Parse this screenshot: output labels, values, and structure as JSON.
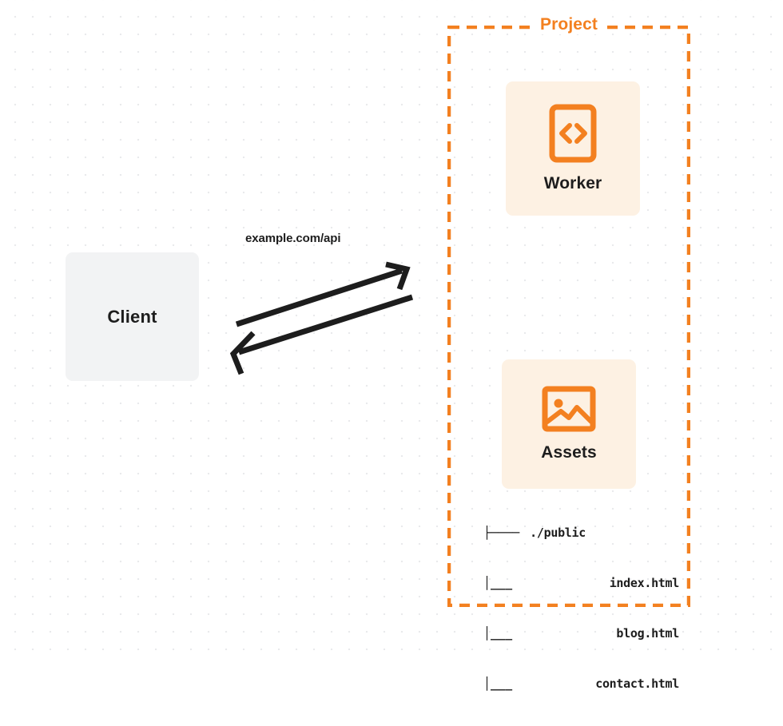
{
  "diagram": {
    "title": "Project architecture diagram",
    "colors": {
      "accent_orange": "#f38020",
      "card_background": "#fdf1e3",
      "client_background": "#f2f3f4",
      "text": "#1d1d1d",
      "dot_grid": "#e9eaec"
    },
    "client": {
      "label": "Client"
    },
    "connection": {
      "label": "example.com/api",
      "request_arrow": "arrow-right-up",
      "response_arrow": "arrow-left-down"
    },
    "project": {
      "title": "Project",
      "cards": [
        {
          "label": "Worker",
          "icon": "code-brackets-icon"
        },
        {
          "label": "Assets",
          "icon": "image-picture-icon"
        }
      ],
      "file_tree": [
        {
          "branch": "├────",
          "name": "./public"
        },
        {
          "branch": "│___",
          "name": "index.html"
        },
        {
          "branch": "│___",
          "name": "blog.html"
        },
        {
          "branch": "│___",
          "name": "contact.html"
        }
      ]
    }
  }
}
